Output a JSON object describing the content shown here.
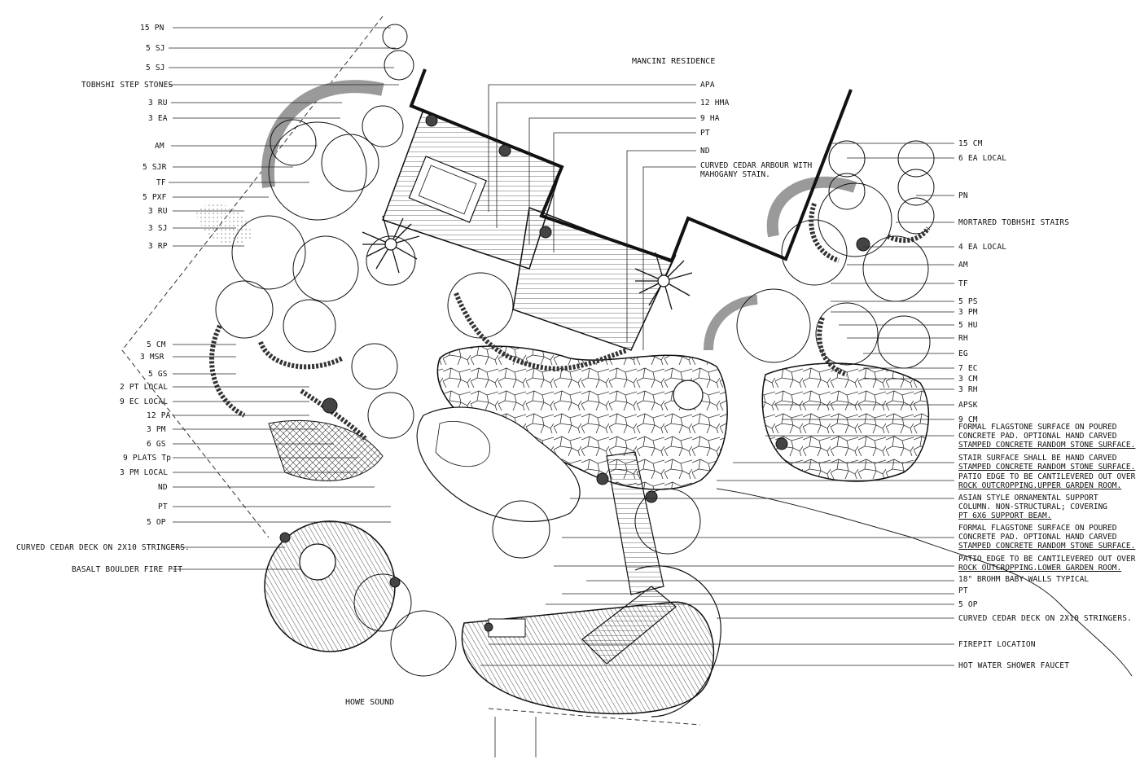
{
  "title": "MANCINI RESIDENCE",
  "water_label": "HOWE SOUND",
  "left_labels": [
    "15 PN",
    "5 SJ",
    "5 SJ",
    "TOBHSHI STEP STONES",
    "3 RU",
    "3 EA",
    "AM",
    "5 SJR",
    "TF",
    "5 PXF",
    "3 RU",
    "3 SJ",
    "3 RP",
    "5 CM",
    "3 MSR",
    "5 GS",
    "2 PT LOCAL",
    "9 EC LOCAL",
    "12 PA",
    "3 PM",
    "6 GS",
    "9 PLATS Tp",
    "3 PM LOCAL",
    "ND",
    "PT",
    "5 OP",
    "CURVED CEDAR DECK ON 2X10 STRINGERS.",
    "BASALT BOULDER FIRE PIT"
  ],
  "center_labels": [
    "APA",
    "12 HMA",
    "9 HA",
    "PT",
    "ND"
  ],
  "arbour_note": [
    "CURVED CEDAR ARBOUR WITH",
    "MAHOGANY STAIN."
  ],
  "right_labels": [
    "15 CM",
    "6 EA LOCAL",
    "PN",
    "MORTARED TOBHSHI STAIRS",
    "4 EA LOCAL",
    "AM",
    "TF",
    "5 PS",
    "3 PM",
    "5 HU",
    "RH",
    "EG",
    "7 EC",
    "3 CM",
    "3 RH",
    "APSK",
    "9 CM"
  ],
  "right_notes": [
    {
      "lines": [
        "FORMAL FLAGSTONE SURFACE ON POURED",
        "CONCRETE PAD.  OPTIONAL HAND CARVED",
        "STAMPED CONCRETE RANDOM STONE SURFACE."
      ],
      "underline": [
        false,
        false,
        true
      ]
    },
    {
      "lines": [
        "STAIR SURFACE SHALL BE HAND CARVED",
        "STAMPED CONCRETE RANDOM STONE SURFACE."
      ],
      "underline": [
        false,
        true
      ]
    },
    {
      "lines": [
        "PATIO EDGE TO BE CANTILEVERED OUT OVER",
        "ROCK OUTCROPPING.UPPER GARDEN ROOM."
      ],
      "underline": [
        false,
        true
      ]
    },
    {
      "lines": [
        "ASIAN STYLE ORNAMENTAL SUPPORT",
        "COLUMN. NON-STRUCTURAL; COVERING",
        "PT 6X6 SUPPORT BEAM."
      ],
      "underline": [
        false,
        false,
        true
      ]
    },
    {
      "lines": [
        "FORMAL FLAGSTONE SURFACE ON POURED",
        "CONCRETE PAD.  OPTIONAL HAND CARVED",
        "STAMPED CONCRETE RANDOM STONE SURFACE."
      ],
      "underline": [
        false,
        false,
        true
      ]
    },
    {
      "lines": [
        "PATIO EDGE TO BE CANTILEVERED OUT OVER",
        "ROCK OUTCROPPING.LOWER GARDEN ROOM."
      ],
      "underline": [
        false,
        true
      ]
    },
    {
      "lines": [
        "18\" BROHM BABY WALLS TYPICAL"
      ],
      "underline": [
        false
      ]
    }
  ],
  "right_bottom_labels": [
    "PT",
    "5 OP",
    "CURVED CEDAR DECK ON 2X10 STRINGERS.",
    "FIREPIT LOCATION",
    "HOT WATER SHOWER FAUCET"
  ],
  "colors": {
    "ink": "#111111",
    "shade": "#9a9a9a",
    "paper": "#ffffff"
  }
}
